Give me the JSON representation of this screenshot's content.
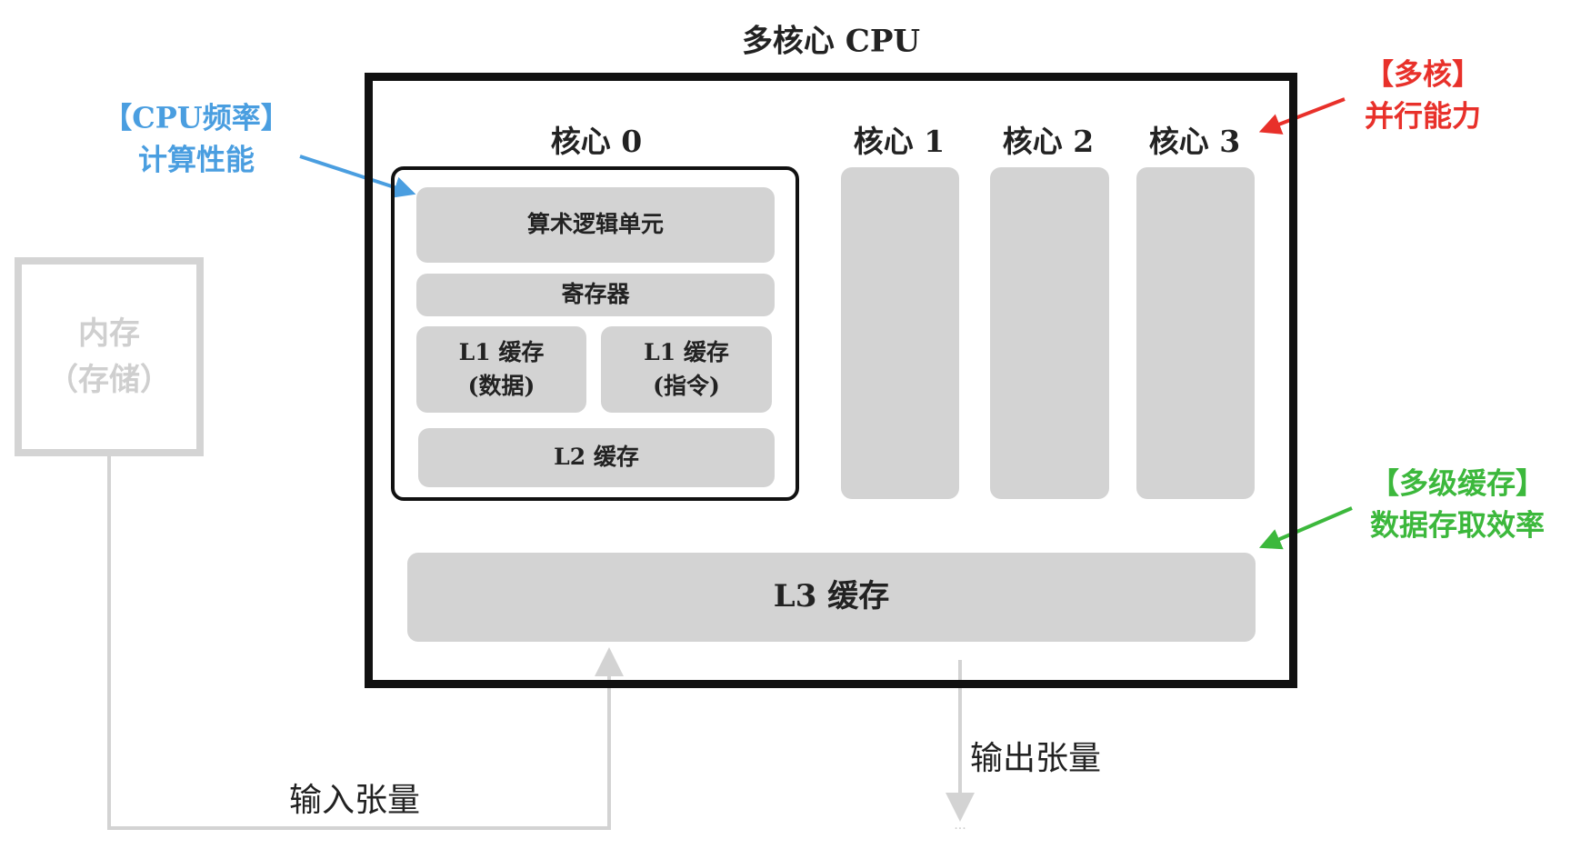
{
  "title": "多核心 CPU",
  "cores": {
    "core0": {
      "label": "核心 0",
      "alu": "算术逻辑单元",
      "register": "寄存器",
      "l1_data": {
        "line1": "L1 缓存",
        "line2": "(数据)"
      },
      "l1_inst": {
        "line1": "L1 缓存",
        "line2": "(指令)"
      },
      "l2": "L2 缓存"
    },
    "core1": {
      "label": "核心 1"
    },
    "core2": {
      "label": "核心 2"
    },
    "core3": {
      "label": "核心 3"
    }
  },
  "l3": "L3 缓存",
  "memory": {
    "line1": "内存",
    "line2": "（存储）"
  },
  "input_label": "输入张量",
  "output_label": "输出张量",
  "output_ellipsis": "...",
  "annotations": {
    "frequency": {
      "line1": "【CPU频率】",
      "line2": "计算性能",
      "color": "#4a9ee0"
    },
    "multicore": {
      "line1": "【多核】",
      "line2": "并行能力",
      "color": "#e8302a"
    },
    "cache": {
      "line1": "【多级缓存】",
      "line2": "数据存取效率",
      "color": "#3cb83c"
    }
  }
}
